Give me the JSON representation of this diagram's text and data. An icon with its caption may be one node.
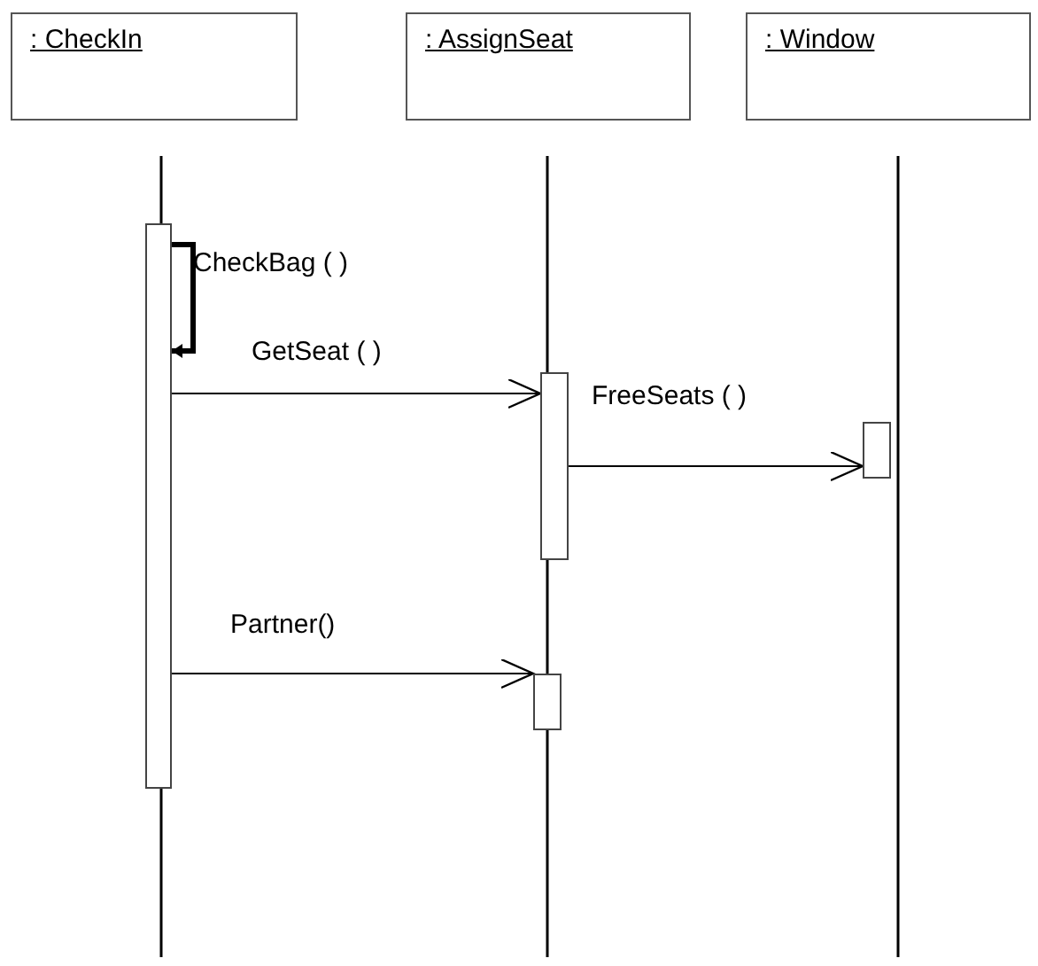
{
  "diagram": {
    "nodes": [
      {
        "text": [
          ": CheckIn"
        ]
      },
      {
        "text": [
          ": AssignSeat"
        ]
      },
      {
        "text": [
          ": Window"
        ]
      },
      {
        "text": [],
        "shape": "bar"
      },
      {
        "text": [],
        "shape": "bar"
      },
      {
        "text": [],
        "shape": "bar"
      },
      {
        "text": [],
        "shape": "bar"
      }
    ],
    "edges": [
      {
        "from": 3,
        "to": 3,
        "arrow": "to",
        "label": "CheckBag ( )",
        "style": "thick"
      },
      {
        "from": 3,
        "to": 4,
        "arrow": "to",
        "label": "GetSeat ( )"
      },
      {
        "from": 4,
        "to": 5,
        "arrow": "to",
        "label": "FreeSeats ( )"
      },
      {
        "from": 3,
        "to": 6,
        "arrow": "to",
        "label": "Partner()"
      }
    ]
  }
}
